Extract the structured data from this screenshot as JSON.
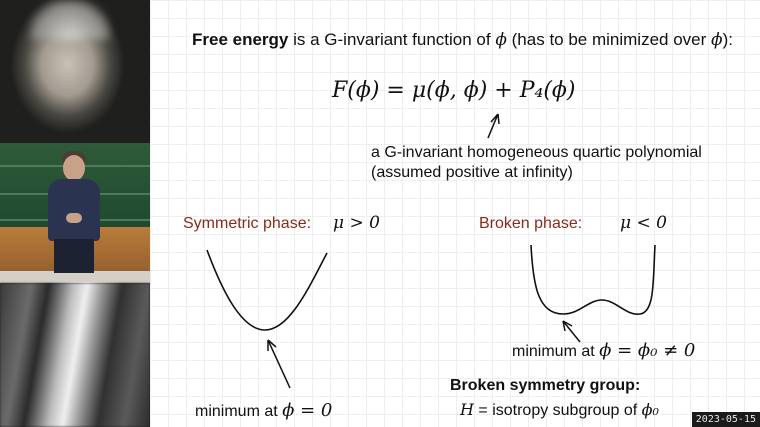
{
  "slide": {
    "headline_bold": "Free energy",
    "headline_rest": " is a G-invariant function of ",
    "headline_phi": "ϕ",
    "headline_tail": " (has to be minimized over ",
    "headline_phi2": "ϕ",
    "headline_end": "):",
    "formula": "F(ϕ) = μ(ϕ, ϕ) + P₄(ϕ)",
    "quartic_line1": "a G-invariant homogeneous quartic polynomial",
    "quartic_line2": "(assumed positive at infinity)",
    "symmetric_label": "Symmetric phase:",
    "symmetric_condition": "μ > 0",
    "broken_label": "Broken phase:",
    "broken_condition": "μ < 0",
    "min_left_text": "minimum at ",
    "min_left_math": "ϕ = 0",
    "min_right_text": "minimum at ",
    "min_right_math": "ϕ = ϕ₀ ≠ 0",
    "broken_group_title": "Broken symmetry group:",
    "broken_group_H": "H",
    "broken_group_rest": " = isotropy subgroup of ",
    "broken_group_phi0": "ϕ₀"
  },
  "timestamp": "2023-05-15",
  "colors": {
    "phase_label": "#8b2a1c",
    "text": "#111111"
  }
}
